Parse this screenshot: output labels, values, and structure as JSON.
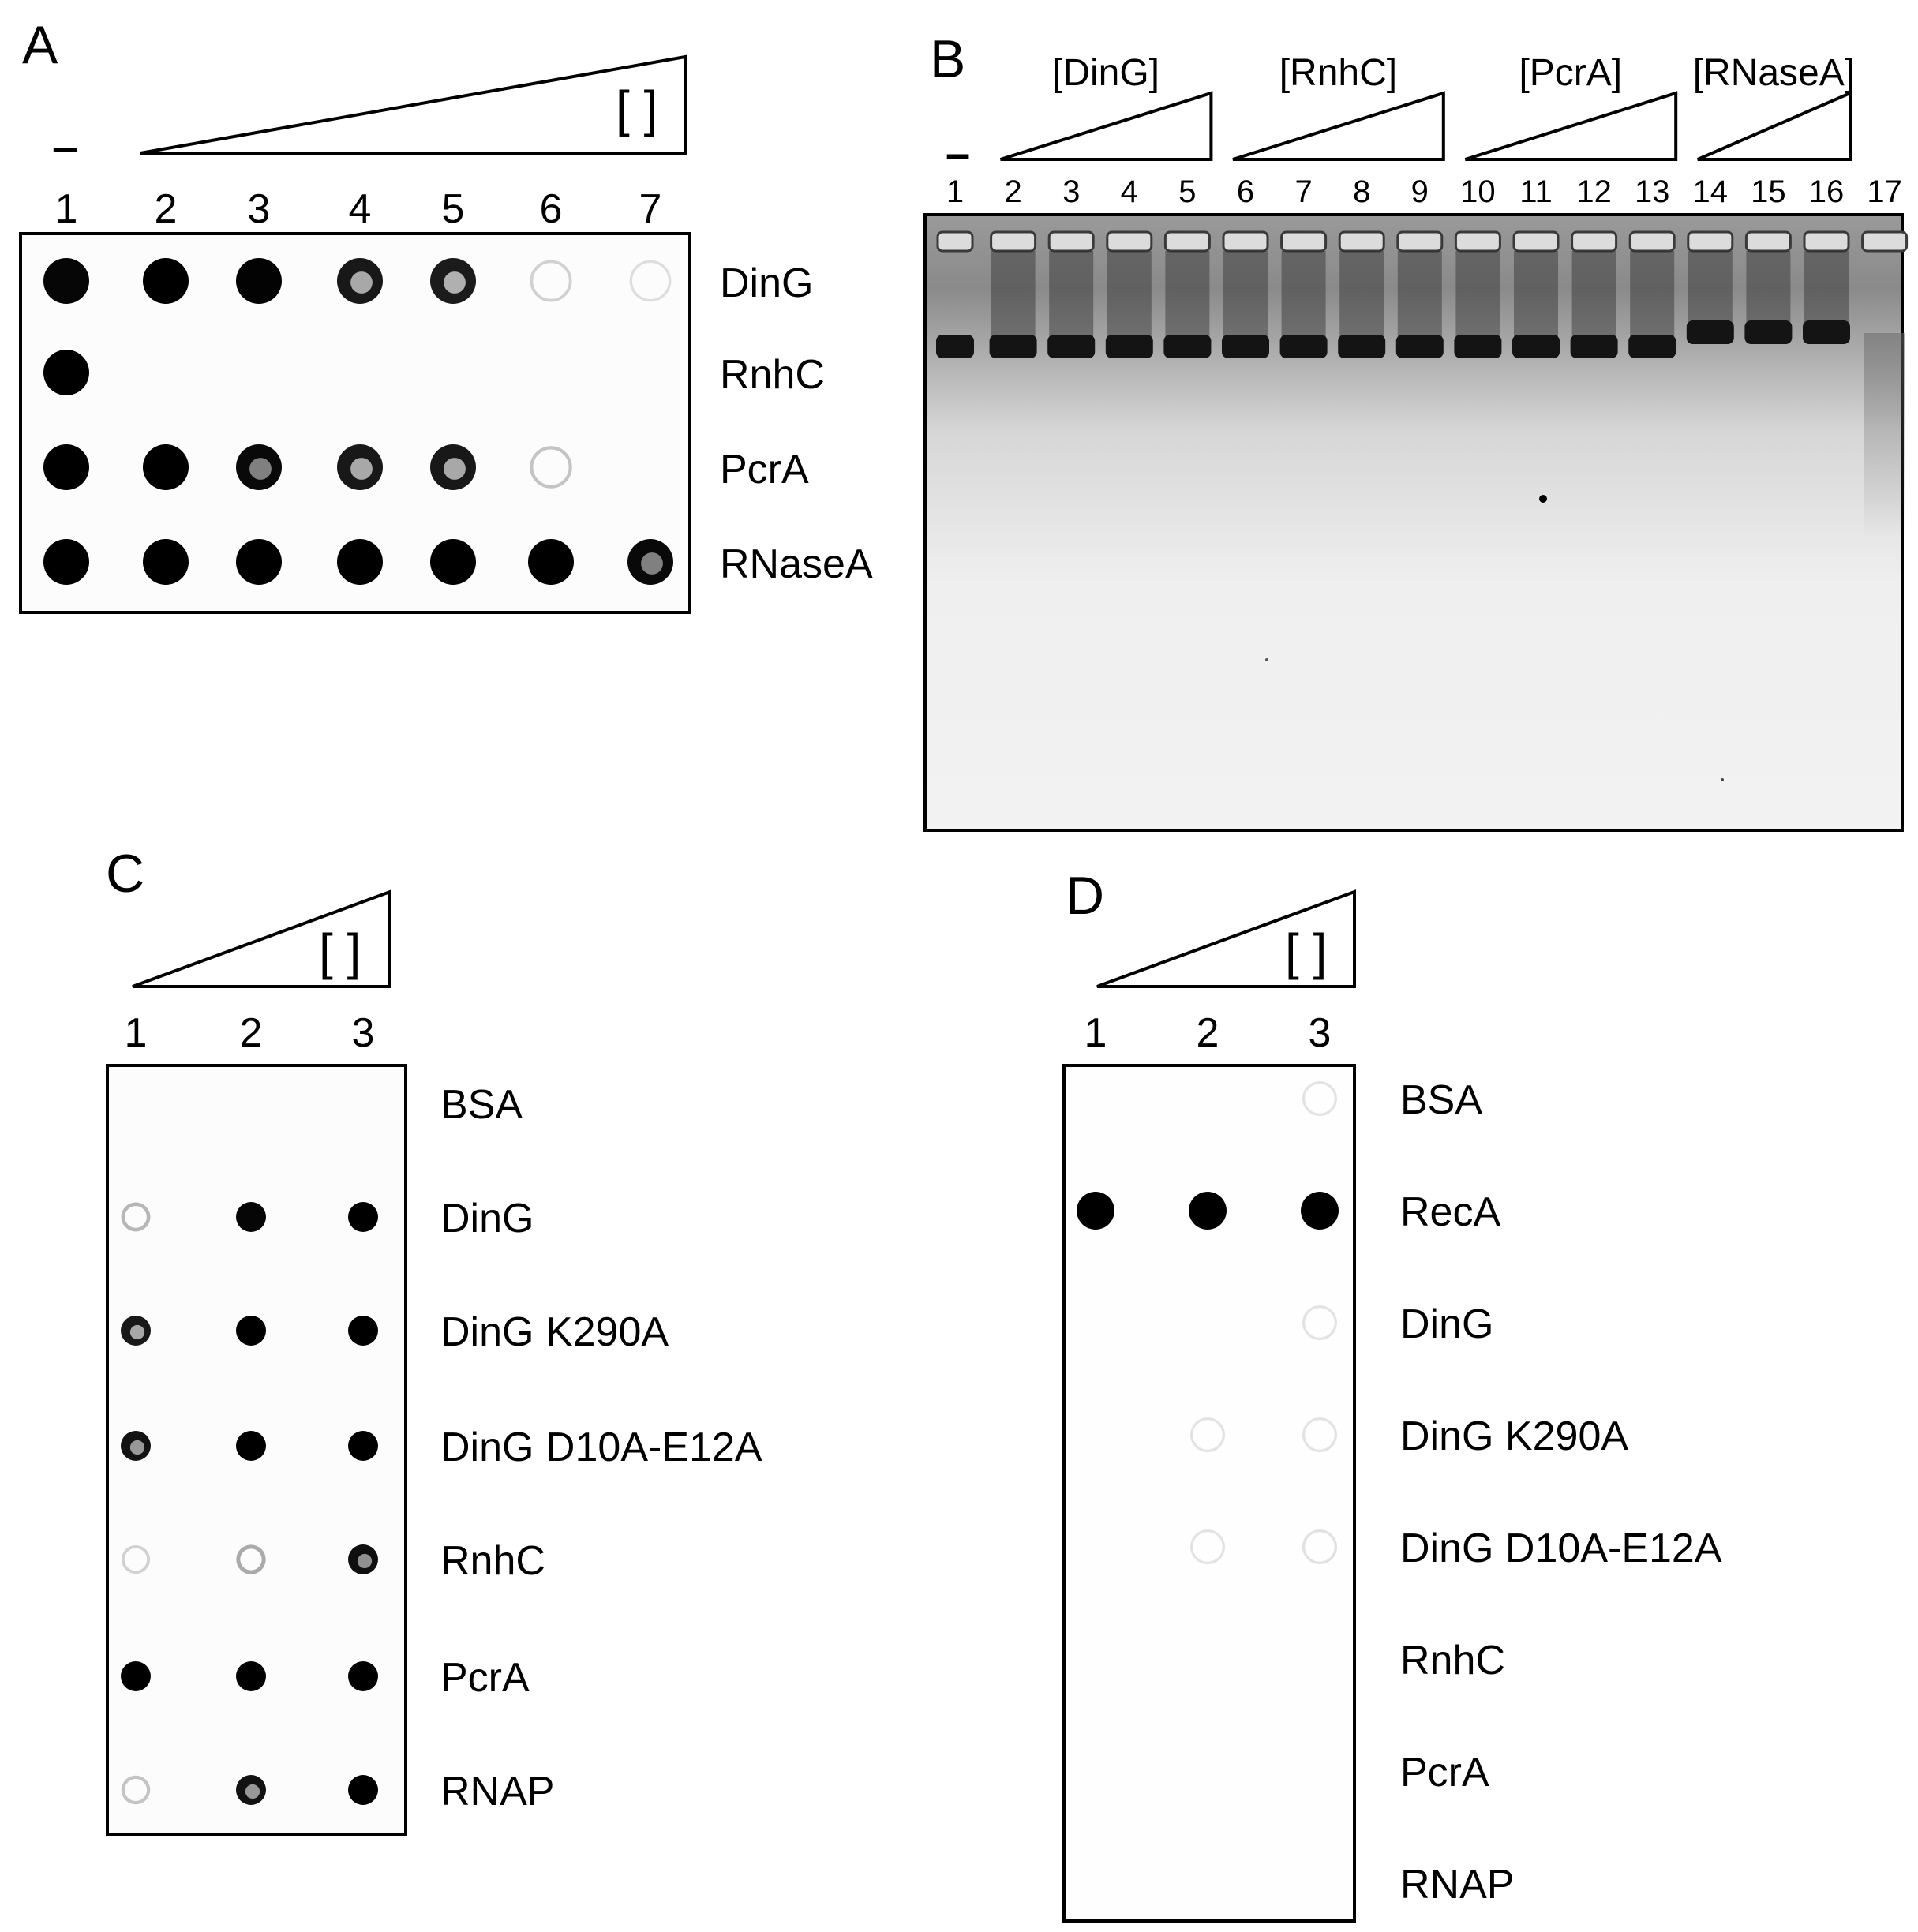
{
  "panels": {
    "A": {
      "letter": "A",
      "blank_lane_mark": "–",
      "bracket": "[ ]",
      "lane_labels": [
        "1",
        "2",
        "3",
        "4",
        "5",
        "6",
        "7"
      ],
      "rows": [
        {
          "label": "DinG",
          "spots": [
            0.9,
            1.0,
            0.95,
            0.6,
            0.55,
            0.1,
            0.05
          ]
        },
        {
          "label": "RnhC",
          "spots": [
            1.0,
            0.0,
            0.0,
            0.0,
            0.0,
            0.0,
            0.0
          ]
        },
        {
          "label": "PcrA",
          "spots": [
            1.0,
            1.0,
            0.85,
            0.6,
            0.6,
            0.15,
            0.0
          ]
        },
        {
          "label": "RNaseA",
          "spots": [
            1.0,
            1.0,
            1.0,
            1.0,
            1.0,
            1.0,
            0.85
          ]
        }
      ]
    },
    "B": {
      "letter": "B",
      "blank_lane_mark": "–",
      "groups": [
        {
          "label": "[DinG]",
          "lanes": [
            2,
            5
          ]
        },
        {
          "label": "[RnhC]",
          "lanes": [
            6,
            9
          ]
        },
        {
          "label": "[PcrA]",
          "lanes": [
            10,
            13
          ]
        },
        {
          "label": "[RNaseA]",
          "lanes": [
            14,
            16
          ]
        }
      ],
      "lane_labels": [
        "1",
        "2",
        "3",
        "4",
        "5",
        "6",
        "7",
        "8",
        "9",
        "10",
        "11",
        "12",
        "13",
        "14",
        "15",
        "16",
        "17"
      ]
    },
    "C": {
      "letter": "C",
      "bracket": "[ ]",
      "lane_labels": [
        "1",
        "2",
        "3"
      ],
      "rows": [
        {
          "label": "BSA",
          "spots": [
            0.0,
            0.0,
            0.0
          ]
        },
        {
          "label": "DinG",
          "spots": [
            0.2,
            0.9,
            1.0
          ]
        },
        {
          "label": "DinG K290A",
          "spots": [
            0.6,
            1.0,
            1.0
          ]
        },
        {
          "label": "DinG D10A-E12A",
          "spots": [
            0.7,
            1.0,
            1.0
          ]
        },
        {
          "label": "RnhC",
          "spots": [
            0.1,
            0.25,
            0.75
          ]
        },
        {
          "label": "PcrA",
          "spots": [
            1.0,
            1.0,
            1.0
          ]
        },
        {
          "label": "RNAP",
          "spots": [
            0.15,
            0.7,
            1.0
          ]
        }
      ]
    },
    "D": {
      "letter": "D",
      "bracket": "[ ]",
      "lane_labels": [
        "1",
        "2",
        "3"
      ],
      "rows": [
        {
          "label": "BSA",
          "spots": [
            0.0,
            0.0,
            0.03
          ]
        },
        {
          "label": "RecA",
          "spots": [
            1.0,
            1.0,
            1.0
          ]
        },
        {
          "label": "DinG",
          "spots": [
            0.0,
            0.0,
            0.03
          ]
        },
        {
          "label": "DinG K290A",
          "spots": [
            0.0,
            0.03,
            0.03
          ]
        },
        {
          "label": "DinG D10A-E12A",
          "spots": [
            0.0,
            0.03,
            0.04
          ]
        },
        {
          "label": "RnhC",
          "spots": [
            0.0,
            0.0,
            0.0
          ]
        },
        {
          "label": "PcrA",
          "spots": [
            0.0,
            0.0,
            0.0
          ]
        },
        {
          "label": "RNAP",
          "spots": [
            0.0,
            0.0,
            0.0
          ]
        }
      ]
    }
  }
}
